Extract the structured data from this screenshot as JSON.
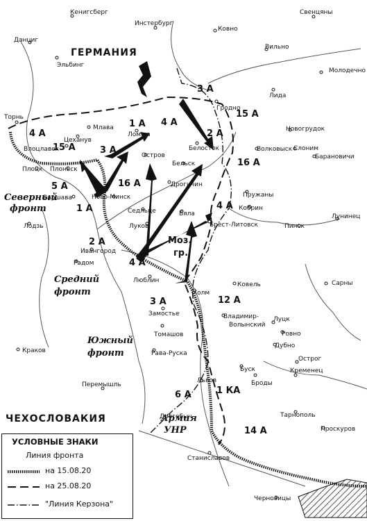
{
  "countries": {
    "germany": "ГЕРМАНИЯ",
    "czechoslovakia": "ЧЕХОСЛОВАКИЯ"
  },
  "fronts": {
    "northern_1": "Северный",
    "northern_2": "фронт",
    "middle_1": "Средний",
    "middle_2": "фронт",
    "southern_1": "Южный",
    "southern_2": "фронт",
    "unr_1": "Армия",
    "unr_2": "УНР"
  },
  "armies": {
    "a4_west": "4 А",
    "a15_west": "15 А",
    "a3_west": "3 А",
    "a1_north": "1 А",
    "a4_north": "4 А",
    "a3_north": "3 А",
    "a15_east": "15 А",
    "a2_north": "2 А",
    "a16_east": "16 А",
    "a16_center": "16 А",
    "a5": "5 А",
    "a1_center": "1 А",
    "a2_south": "2 А",
    "a4_center": "4 А",
    "a4_right": "4 А",
    "moz_1": "Моз.",
    "moz_2": "гр.",
    "a3_south": "3 А",
    "a12": "12 А",
    "a6": "6 А",
    "ka1": "1 КА",
    "a14": "14 А"
  },
  "cities": {
    "kenigsberg": "Кенигсберг",
    "insterburg": "Инстербург",
    "kovno": "Ковно",
    "sventsiany": "Свенцяны",
    "dantsig": "Данциг",
    "elbing": "Эльбинг",
    "vilno": "Вильно",
    "molodechno": "Молодечно",
    "lida": "Лида",
    "grodno": "Гродно",
    "torn": "Торнь",
    "mlava": "Млава",
    "tsekhanuv": "Цеханув",
    "lomzha": "Ломжа",
    "novogrudok": "Новогрудок",
    "vlotslavek": "Влоцлавек",
    "belostok": "Белосток",
    "volkovysk": "Волковыск",
    "slonim": "Слоним",
    "baranovichi": "Барановичи",
    "plotsk": "Плоцк",
    "plonsk": "Плоньск",
    "ostrov": "Остров",
    "belsk": "Бельск",
    "varshava": "Варшава",
    "novo_minsk": "Ново-Минск",
    "drogichin": "Дрогичин",
    "pruzhany": "Пружаны",
    "lodz": "Лодзь",
    "kobrin": "Кобрин",
    "sedltse": "Седльце",
    "byala": "Бяла",
    "brest": "Брест-Литовск",
    "luninets": "Лунинец",
    "pinsk": "Пинск",
    "lukov": "Луков",
    "ivangorod": "Ивангород",
    "radom": "Радом",
    "lyublin": "Люблин",
    "kovel": "Ковель",
    "sarny": "Сарны",
    "kholm": "Холм",
    "zamostie": "Замостье",
    "vladimir_1": "Владимир-",
    "vladimir_2": "Волынский",
    "lutsk": "Луцк",
    "rovno": "Ровно",
    "tomashov": "Томашов",
    "dubno": "Дубно",
    "rava_ruska": "Рава-Руска",
    "ostrog": "Острог",
    "krakov": "Краков",
    "brody": "Броды",
    "kremenets": "Кременец",
    "busk": "Буск",
    "peremyshl": "Перемышль",
    "lvov": "Львов",
    "ternopol": "Тарнополь",
    "drogobych": "Дрогобыч",
    "proskurov": "Проскуров",
    "stanislavov": "Станиславов",
    "chernovitsy": "Черновицы"
  },
  "legend": {
    "title": "УСЛОВНЫЕ ЗНАКИ",
    "subtitle": "Линия фронта",
    "front_0815": "на 15.08.20",
    "front_0825": "на 25.08.20",
    "curzon": "\"Линия Керзона\""
  }
}
